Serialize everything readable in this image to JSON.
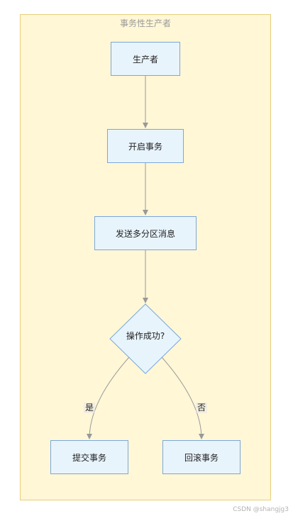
{
  "cluster": {
    "title": "事务性生产者"
  },
  "nodes": {
    "producer": "生产者",
    "begin_tx": "开启事务",
    "send_messages": "发送多分区消息",
    "decision": "操作成功?",
    "commit_tx": "提交事务",
    "rollback_tx": "回滚事务"
  },
  "edges": {
    "yes_label": "是",
    "no_label": "否"
  },
  "colors": {
    "cluster_fill": "#fff7d6",
    "cluster_border": "#e6cf7a",
    "node_fill": "#e8f4fc",
    "node_border": "#7aa7d9",
    "edge": "#999999"
  },
  "watermark": "CSDN @shangjg3"
}
